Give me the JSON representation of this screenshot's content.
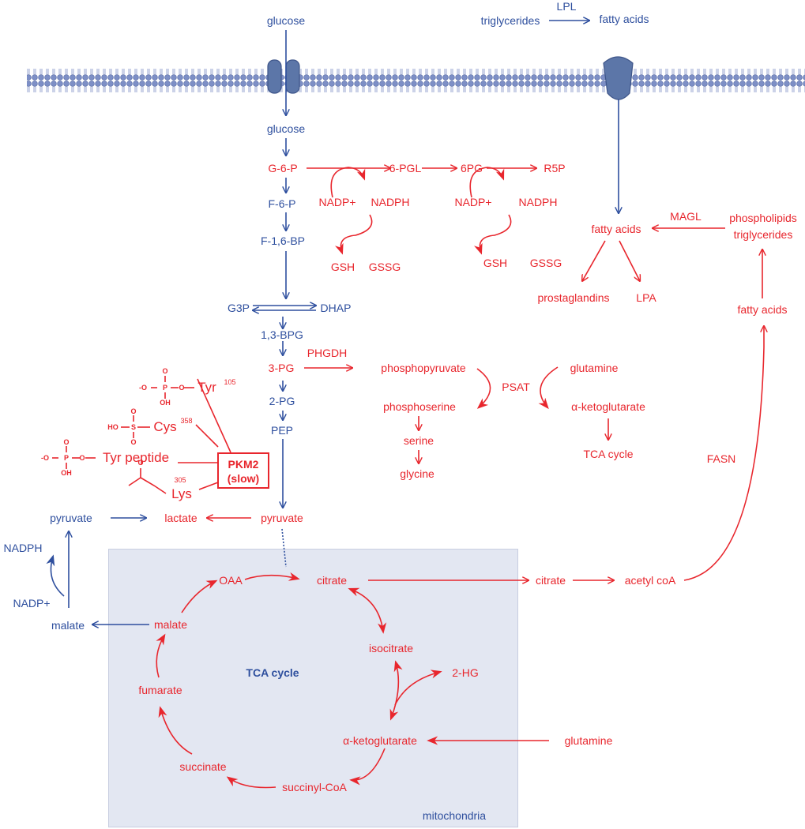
{
  "colors": {
    "blue": "#2e4f9e",
    "red": "#e8262d",
    "mito_fill": "#e3e7f2",
    "membrane": "#7d8fc6",
    "transporter": "#5c76a8"
  },
  "blue_labels": {
    "glucose_out": "glucose",
    "glucose_in": "glucose",
    "g6p_f6p": "F-6-P",
    "f16bp": "F-1,6-BP",
    "g3p": "G3P",
    "dhap": "DHAP",
    "bpg13": "1,3-BPG",
    "pg2": "2-PG",
    "pep": "PEP",
    "triglycerides": "triglycerides",
    "lpl": "LPL",
    "fatty_acids_out": "fatty acids",
    "pyruvate_left": "pyruvate",
    "nadph_left": "NADPH",
    "nadp_left": "NADP+",
    "malate_left": "malate",
    "tca_cycle": "TCA cycle",
    "mitochondria": "mitochondria"
  },
  "red_labels": {
    "g6p": "G-6-P",
    "pgl6": "6-PGL",
    "pg6": "6PG",
    "r5p": "R5P",
    "nadp1": "NADP+",
    "nadph1": "NADPH",
    "gsh1": "GSH",
    "gssg1": "GSSG",
    "nadp2": "NADP+",
    "nadph2": "NADPH",
    "gsh2": "GSH",
    "gssg2": "GSSG",
    "pg3": "3-PG",
    "phgdh": "PHGDH",
    "phosphopyruvate": "phosphopyruvate",
    "psat": "PSAT",
    "glutamine_top": "glutamine",
    "phosphoserine": "phosphoserine",
    "akg_top": "α-ketoglutarate",
    "serine": "serine",
    "glycine": "glycine",
    "tca_cycle_top": "TCA cycle",
    "fatty_acids_mid": "fatty acids",
    "magl": "MAGL",
    "phospholipids": "phospholipids",
    "triglycerides_red": "triglycerides",
    "prostaglandins": "prostaglandins",
    "lpa": "LPA",
    "fatty_acids_right": "fatty acids",
    "fasn": "FASN",
    "lactate": "lactate",
    "pyruvate": "pyruvate",
    "oaa": "OAA",
    "citrate_mito": "citrate",
    "isocitrate": "isocitrate",
    "hg2": "2-HG",
    "akg_mito": "α-ketoglutarate",
    "glutamine_mito": "glutamine",
    "succinyl_coa": "succinyl-CoA",
    "succinate": "succinate",
    "fumarate": "fumarate",
    "malate_mito": "malate",
    "citrate_cyto": "citrate",
    "acetyl_coa": "acetyl coA"
  },
  "pkm2": {
    "line1": "PKM2",
    "line2": "(slow)"
  },
  "modifications": {
    "tyr105": "Tyr",
    "tyr105_sup": "105",
    "cys358": "Cys",
    "cys358_sup": "358",
    "tyr_peptide": "Tyr peptide",
    "lys305": "Lys",
    "lys305_sup": "305",
    "p_atom": "P",
    "o_atom": "O",
    "oh": "OH",
    "s_atom": "S",
    "ho": "HO",
    "o_minus": "O",
    "minus": "-"
  }
}
